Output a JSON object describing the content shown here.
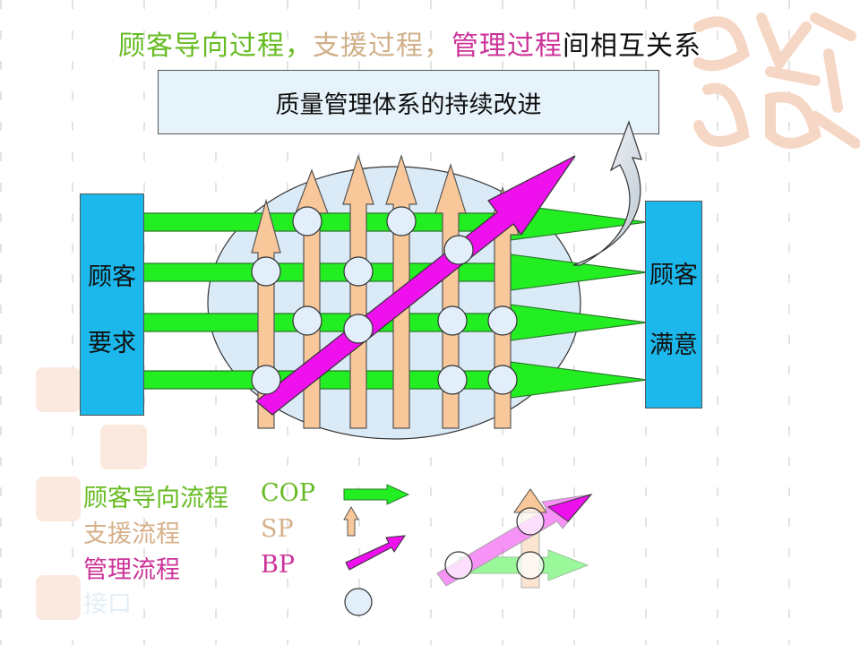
{
  "title": {
    "part1": "顾客导向过程，",
    "part2": "支援过程，",
    "part3": "管理过程",
    "part4": "间相互关系"
  },
  "top_box": {
    "text": "质量管理体系的持续改进"
  },
  "left_box": {
    "line1": "顾客",
    "line2": "要求"
  },
  "right_box": {
    "line1": "顾客",
    "line2": "满意"
  },
  "legend": {
    "cop_label": "顾客导向流程",
    "cop_code": "COP",
    "sp_label": "支援流程",
    "sp_code": "SP",
    "bp_label": "管理流程",
    "bp_code": "BP",
    "interface_label": "接口"
  },
  "colors": {
    "cop_arrow": "#22ee22",
    "sp_arrow": "#f8c79a",
    "bp_arrow": "#ee11ee",
    "ellipse": "#dbeaf7",
    "side_box": "#1cb8ec",
    "node": "#e2eefa"
  }
}
